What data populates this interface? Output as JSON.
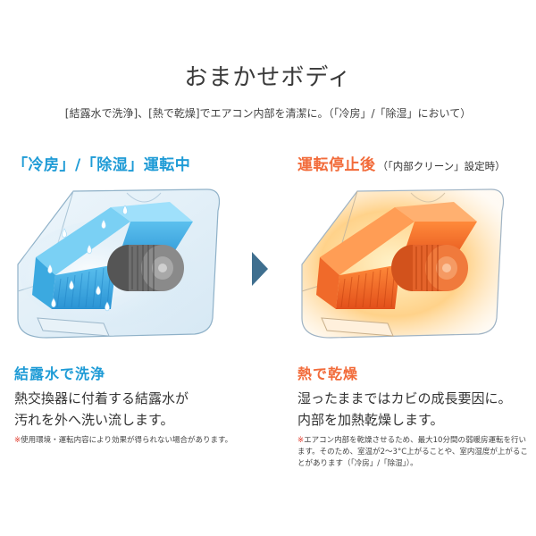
{
  "title": "おまかせボディ",
  "subtitle": "[結露水で洗浄]、[熱で乾燥]でエアコン内部を清潔に。（「冷房」/「除湿」において）",
  "left": {
    "heading": "「冷房」/「除湿」運転中",
    "caption": "結露水で洗浄",
    "body_line1": "熱交換器に付着する結露水が",
    "body_line2": "汚れを外へ洗い流します。",
    "note_mark": "※",
    "note": "使用環境・運転内容により効果が得られない場合があります。"
  },
  "right": {
    "heading": "運転停止後",
    "heading_note": "（「内部クリーン」設定時）",
    "caption": "熱で乾燥",
    "body_line1": "湿ったままではカビの成長要因に。",
    "body_line2": "内部を加熱乾燥します。",
    "note_mark": "※",
    "note": "エアコン内部を乾燥させるため、最大10分間の弱暖房運転を行います。そのため、室温が2〜3°C上がることや、室内湿度が上がることがあります（「冷房」/「除湿」）。"
  },
  "colors": {
    "blue_accent": "#1e9bd6",
    "orange_accent": "#f26b3a",
    "arrow": "#3f6f8f",
    "note_mark": "#e0392b"
  },
  "icons": {
    "left_illustration": "aircon-heat-exchanger-wet",
    "right_illustration": "aircon-heat-exchanger-hot",
    "arrow": "chevron-right-icon",
    "droplet": "water-drop-icon"
  }
}
